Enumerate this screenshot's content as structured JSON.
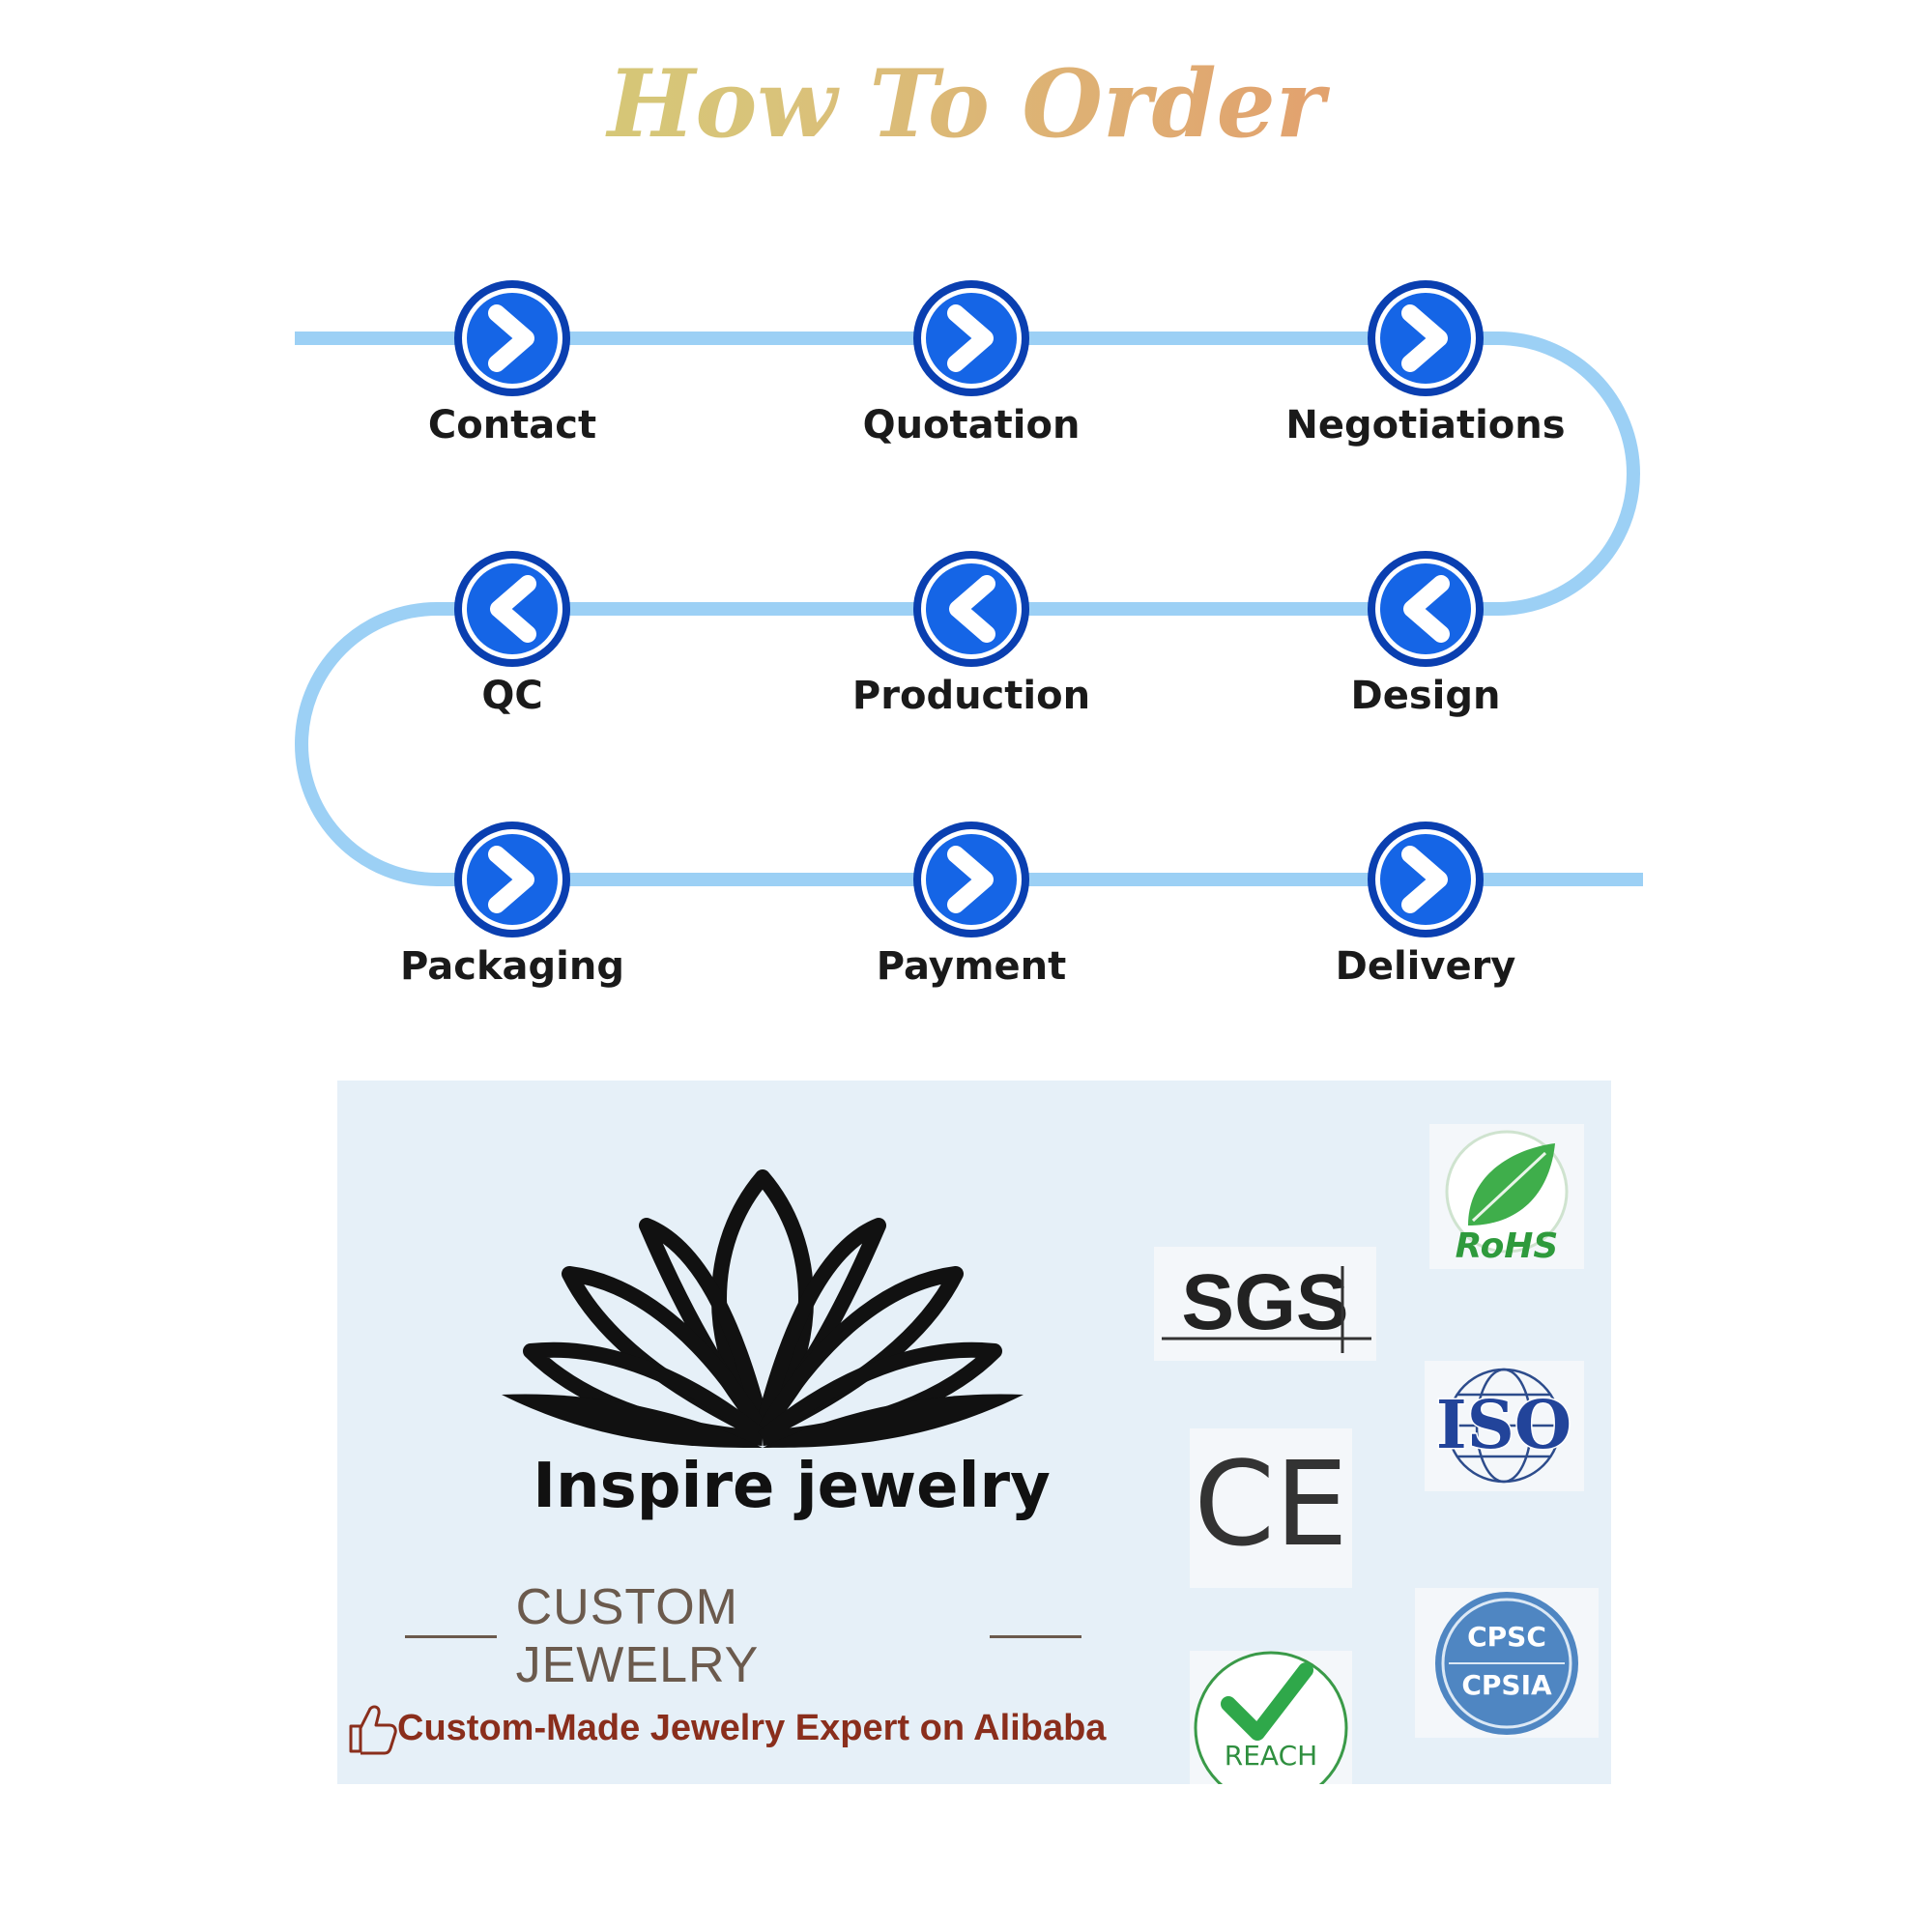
{
  "header": {
    "title": "How To Order"
  },
  "steps": [
    {
      "label": "Contact",
      "direction": "right"
    },
    {
      "label": "Quotation",
      "direction": "right"
    },
    {
      "label": "Negotiations",
      "direction": "right"
    },
    {
      "label": "Design",
      "direction": "left"
    },
    {
      "label": "Production",
      "direction": "left"
    },
    {
      "label": "QC",
      "direction": "left"
    },
    {
      "label": "Packaging",
      "direction": "right"
    },
    {
      "label": "Payment",
      "direction": "right"
    },
    {
      "label": "Delivery",
      "direction": "right"
    }
  ],
  "colors": {
    "track": "#9cd0f5",
    "node": "#1565e6",
    "node_ring": "#0a3fb0",
    "panel_bg": "#e6f0f8"
  },
  "brand": {
    "logo_icon": "lotus-icon",
    "name": "Inspire jewelry",
    "tagline": "CUSTOM JEWELRY",
    "expert_icon": "thumbs-up-icon",
    "expert_text": "Custom-Made Jewelry Expert on Alibaba"
  },
  "certifications": {
    "rohs": "RoHS",
    "sgs": "SGS",
    "iso": "ISO",
    "ce": "CE",
    "cpsc": "CPSC",
    "cpsia": "CPSIA",
    "reach": "REACH"
  }
}
